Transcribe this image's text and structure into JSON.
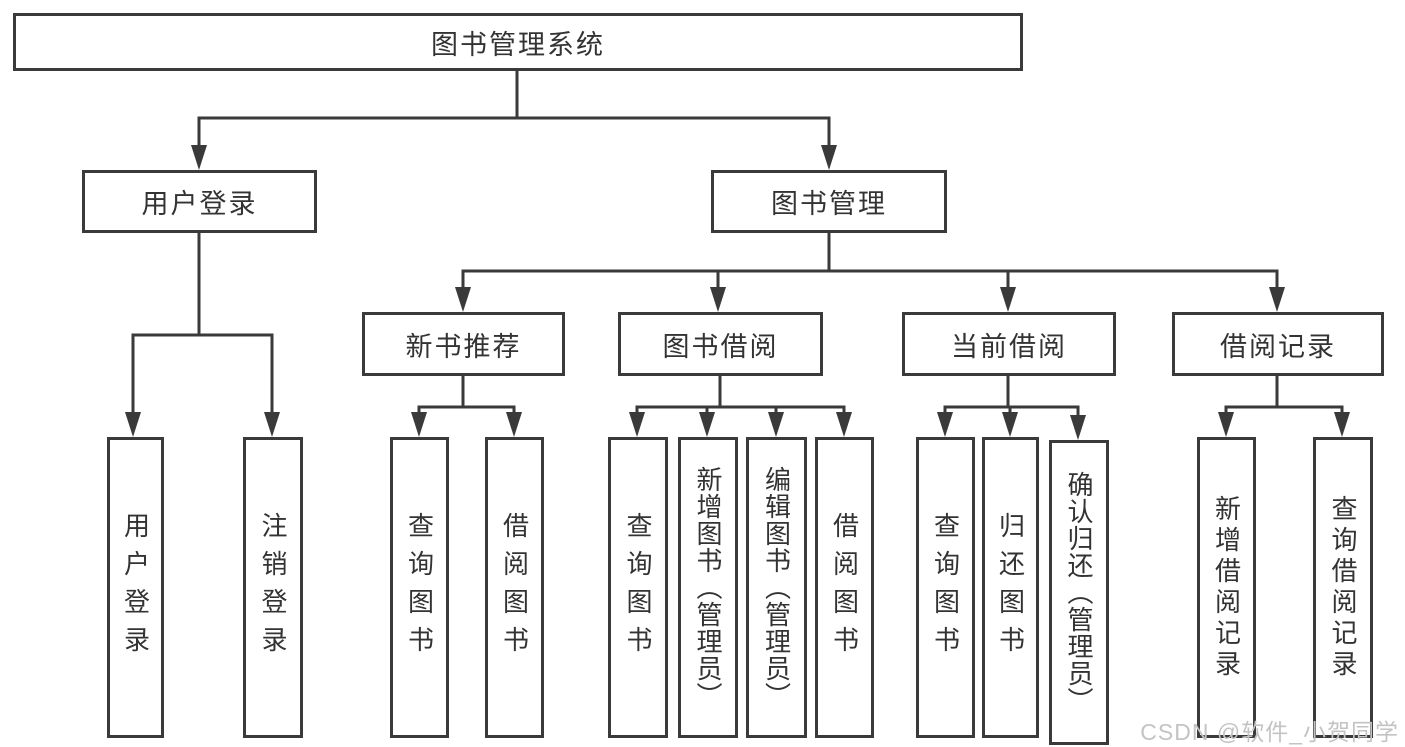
{
  "diagram_title": "图书管理系统",
  "watermark": "CSDN @软件_小贺同学",
  "nodes": {
    "root": "图书管理系统",
    "user_login": "用户登录",
    "book_mgmt": "图书管理",
    "new_book_rec": "新书推荐",
    "book_borrow": "图书借阅",
    "current_borrow": "当前借阅",
    "borrow_record": "借阅记录",
    "leaf_user_login": "用户登录",
    "leaf_logout": "注销登录",
    "leaf_query_book_a": "查询图书",
    "leaf_borrow_book_a": "借阅图书",
    "leaf_query_book_b": "查询图书",
    "leaf_add_book_admin": "新增图书（管理员）",
    "leaf_edit_book_admin": "编辑图书（管理员）",
    "leaf_borrow_book_b": "借阅图书",
    "leaf_query_book_c": "查询图书",
    "leaf_return_book": "归还图书",
    "leaf_confirm_return_admin": "确认归还（管理员）",
    "leaf_add_borrow_record": "新增借阅记录",
    "leaf_query_borrow_record": "查询借阅记录"
  }
}
